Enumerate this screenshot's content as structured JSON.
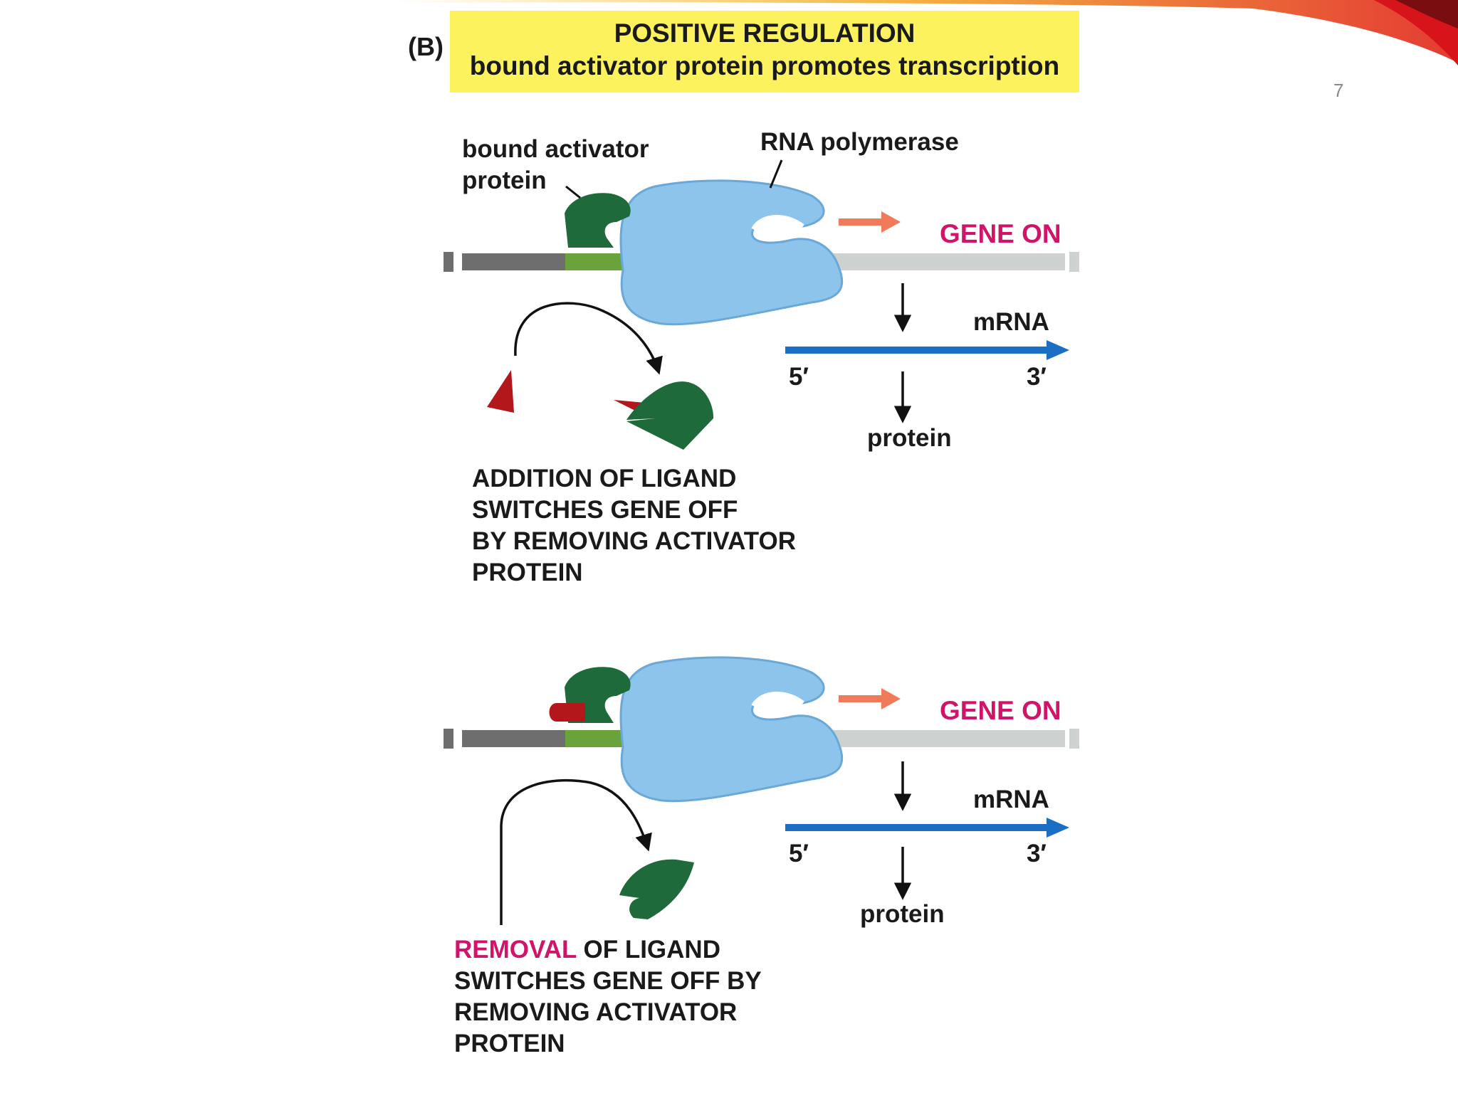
{
  "panel_letter": "(B)",
  "title": {
    "line1": "POSITIVE REGULATION",
    "line2": "bound activator protein promotes transcription"
  },
  "page_number": "7",
  "top_panel": {
    "label_activator_line1": "bound activator",
    "label_activator_line2": "protein",
    "label_polymerase": "RNA polymerase",
    "gene_status": "GENE ON",
    "mrna_label": "mRNA",
    "five_prime": "5′",
    "three_prime": "3′",
    "protein_label": "protein",
    "caption_lines": [
      "ADDITION OF LIGAND",
      "SWITCHES GENE OFF",
      "BY REMOVING ACTIVATOR",
      "PROTEIN"
    ]
  },
  "bottom_panel": {
    "gene_status": "GENE ON",
    "mrna_label": "mRNA",
    "five_prime": "5′",
    "three_prime": "3′",
    "protein_label": "protein",
    "caption_highlight": "REMOVAL",
    "caption_rest_line1": " OF LIGAND",
    "caption_lines": [
      "SWITCHES GENE OFF BY",
      "REMOVING ACTIVATOR",
      "PROTEIN"
    ]
  },
  "colors": {
    "title_bg": "#fbf25e",
    "gene_on": "#d1146a",
    "activator": "#1f6a3a",
    "ligand": "#b3161b",
    "polymerase": "#8cc4ec",
    "mrna": "#1a6fc4",
    "transcription_arrow": "#f07b5a",
    "dna_dark": "#6e6e6e",
    "dna_light": "#cdd2d0",
    "operator": "#6aa23c",
    "promoter": "#f1c40f"
  }
}
